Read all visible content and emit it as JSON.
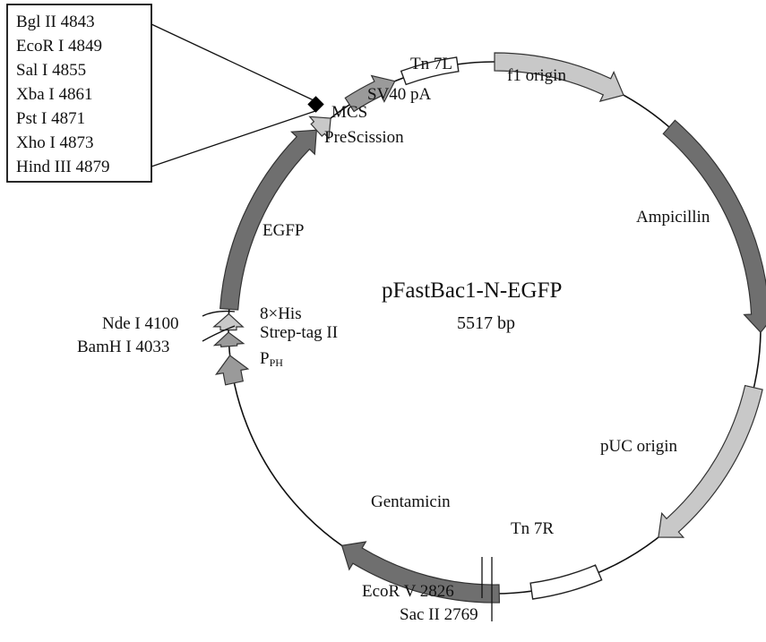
{
  "plasmid": {
    "name": "pFastBac1-N-EGFP",
    "size": "5517 bp"
  },
  "features": {
    "tn7l": "Tn 7L",
    "f1_origin": "f1 origin",
    "sv40pa": "SV40 pA",
    "mcs": "MCS",
    "prescission": "PreScission",
    "ampicillin": "Ampicillin",
    "egfp": "EGFP",
    "his": "8×His",
    "strep": "Strep-tag II",
    "pph_main": "P",
    "pph_sub": "PH",
    "puc_origin": "pUC origin",
    "gentamicin": "Gentamicin",
    "tn7r": "Tn 7R"
  },
  "mcs_sites": [
    "Bgl II 4843",
    "EcoR I 4849",
    "Sal I 4855",
    "Xba I 4861",
    "Pst I 4871",
    "Xho I 4873",
    "Hind III 4879"
  ],
  "sites": {
    "nde": "Nde I 4100",
    "bamh": "BamH I 4033",
    "ecorv": "EcoR V 2826",
    "sacii": "Sac II 2769"
  },
  "colors": {
    "dark_feature": "#6f6f6f",
    "light_feature": "#c8c8c8",
    "mid_feature": "#9a9a9a",
    "mcs_marker": "#000000"
  }
}
